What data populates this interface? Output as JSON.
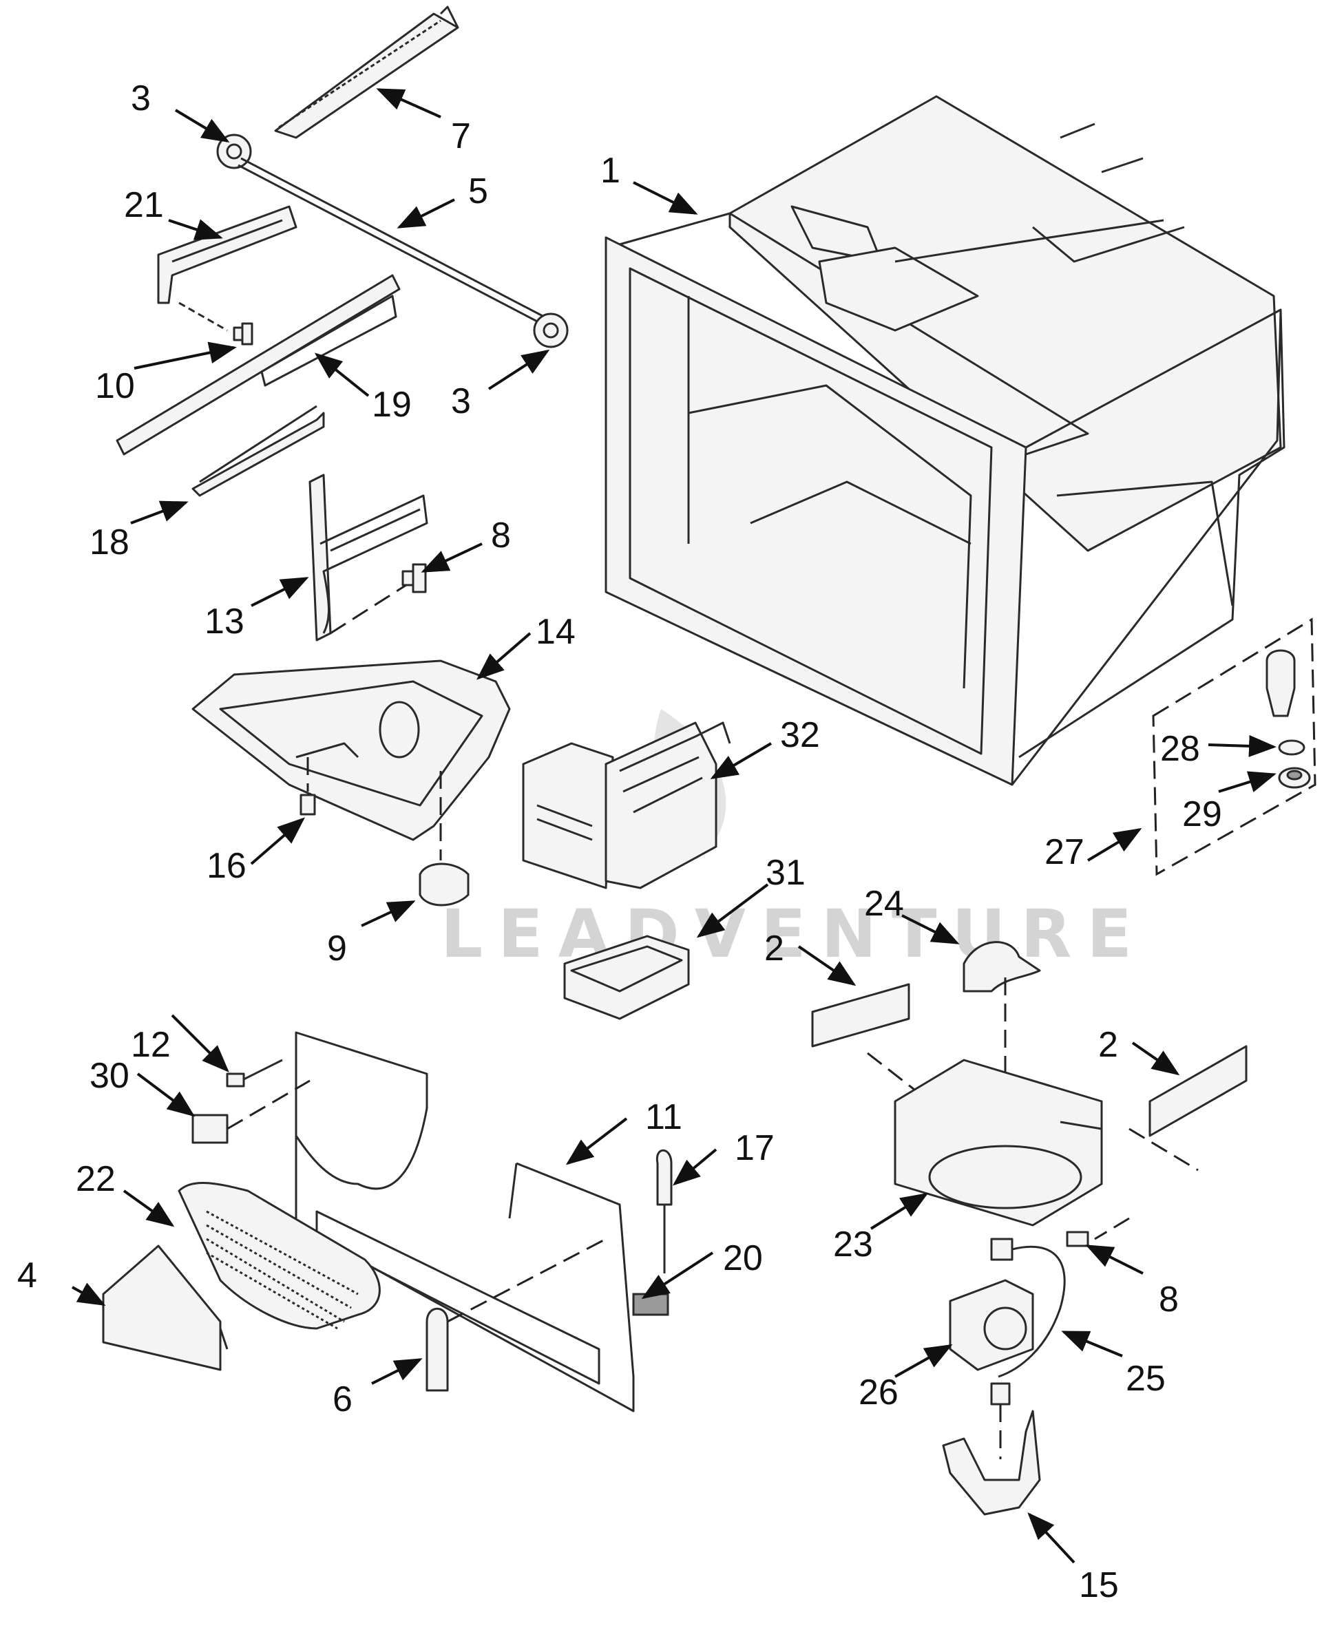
{
  "watermark": "LEADVENTURE",
  "callouts": [
    {
      "id": "c1",
      "text": "1"
    },
    {
      "id": "c2a",
      "text": "2"
    },
    {
      "id": "c2b",
      "text": "2"
    },
    {
      "id": "c3a",
      "text": "3"
    },
    {
      "id": "c3b",
      "text": "3"
    },
    {
      "id": "c4",
      "text": "4"
    },
    {
      "id": "c5",
      "text": "5"
    },
    {
      "id": "c6",
      "text": "6"
    },
    {
      "id": "c7",
      "text": "7"
    },
    {
      "id": "c8a",
      "text": "8"
    },
    {
      "id": "c8b",
      "text": "8"
    },
    {
      "id": "c9",
      "text": "9"
    },
    {
      "id": "c10",
      "text": "10"
    },
    {
      "id": "c11",
      "text": "11"
    },
    {
      "id": "c12",
      "text": "12"
    },
    {
      "id": "c13",
      "text": "13"
    },
    {
      "id": "c14",
      "text": "14"
    },
    {
      "id": "c15",
      "text": "15"
    },
    {
      "id": "c16",
      "text": "16"
    },
    {
      "id": "c17",
      "text": "17"
    },
    {
      "id": "c18",
      "text": "18"
    },
    {
      "id": "c19",
      "text": "19"
    },
    {
      "id": "c20",
      "text": "20"
    },
    {
      "id": "c21",
      "text": "21"
    },
    {
      "id": "c22",
      "text": "22"
    },
    {
      "id": "c23",
      "text": "23"
    },
    {
      "id": "c24",
      "text": "24"
    },
    {
      "id": "c25",
      "text": "25"
    },
    {
      "id": "c26",
      "text": "26"
    },
    {
      "id": "c27",
      "text": "27"
    },
    {
      "id": "c28",
      "text": "28"
    },
    {
      "id": "c29",
      "text": "29"
    },
    {
      "id": "c30",
      "text": "30"
    },
    {
      "id": "c31",
      "text": "31"
    },
    {
      "id": "c32",
      "text": "32"
    }
  ]
}
